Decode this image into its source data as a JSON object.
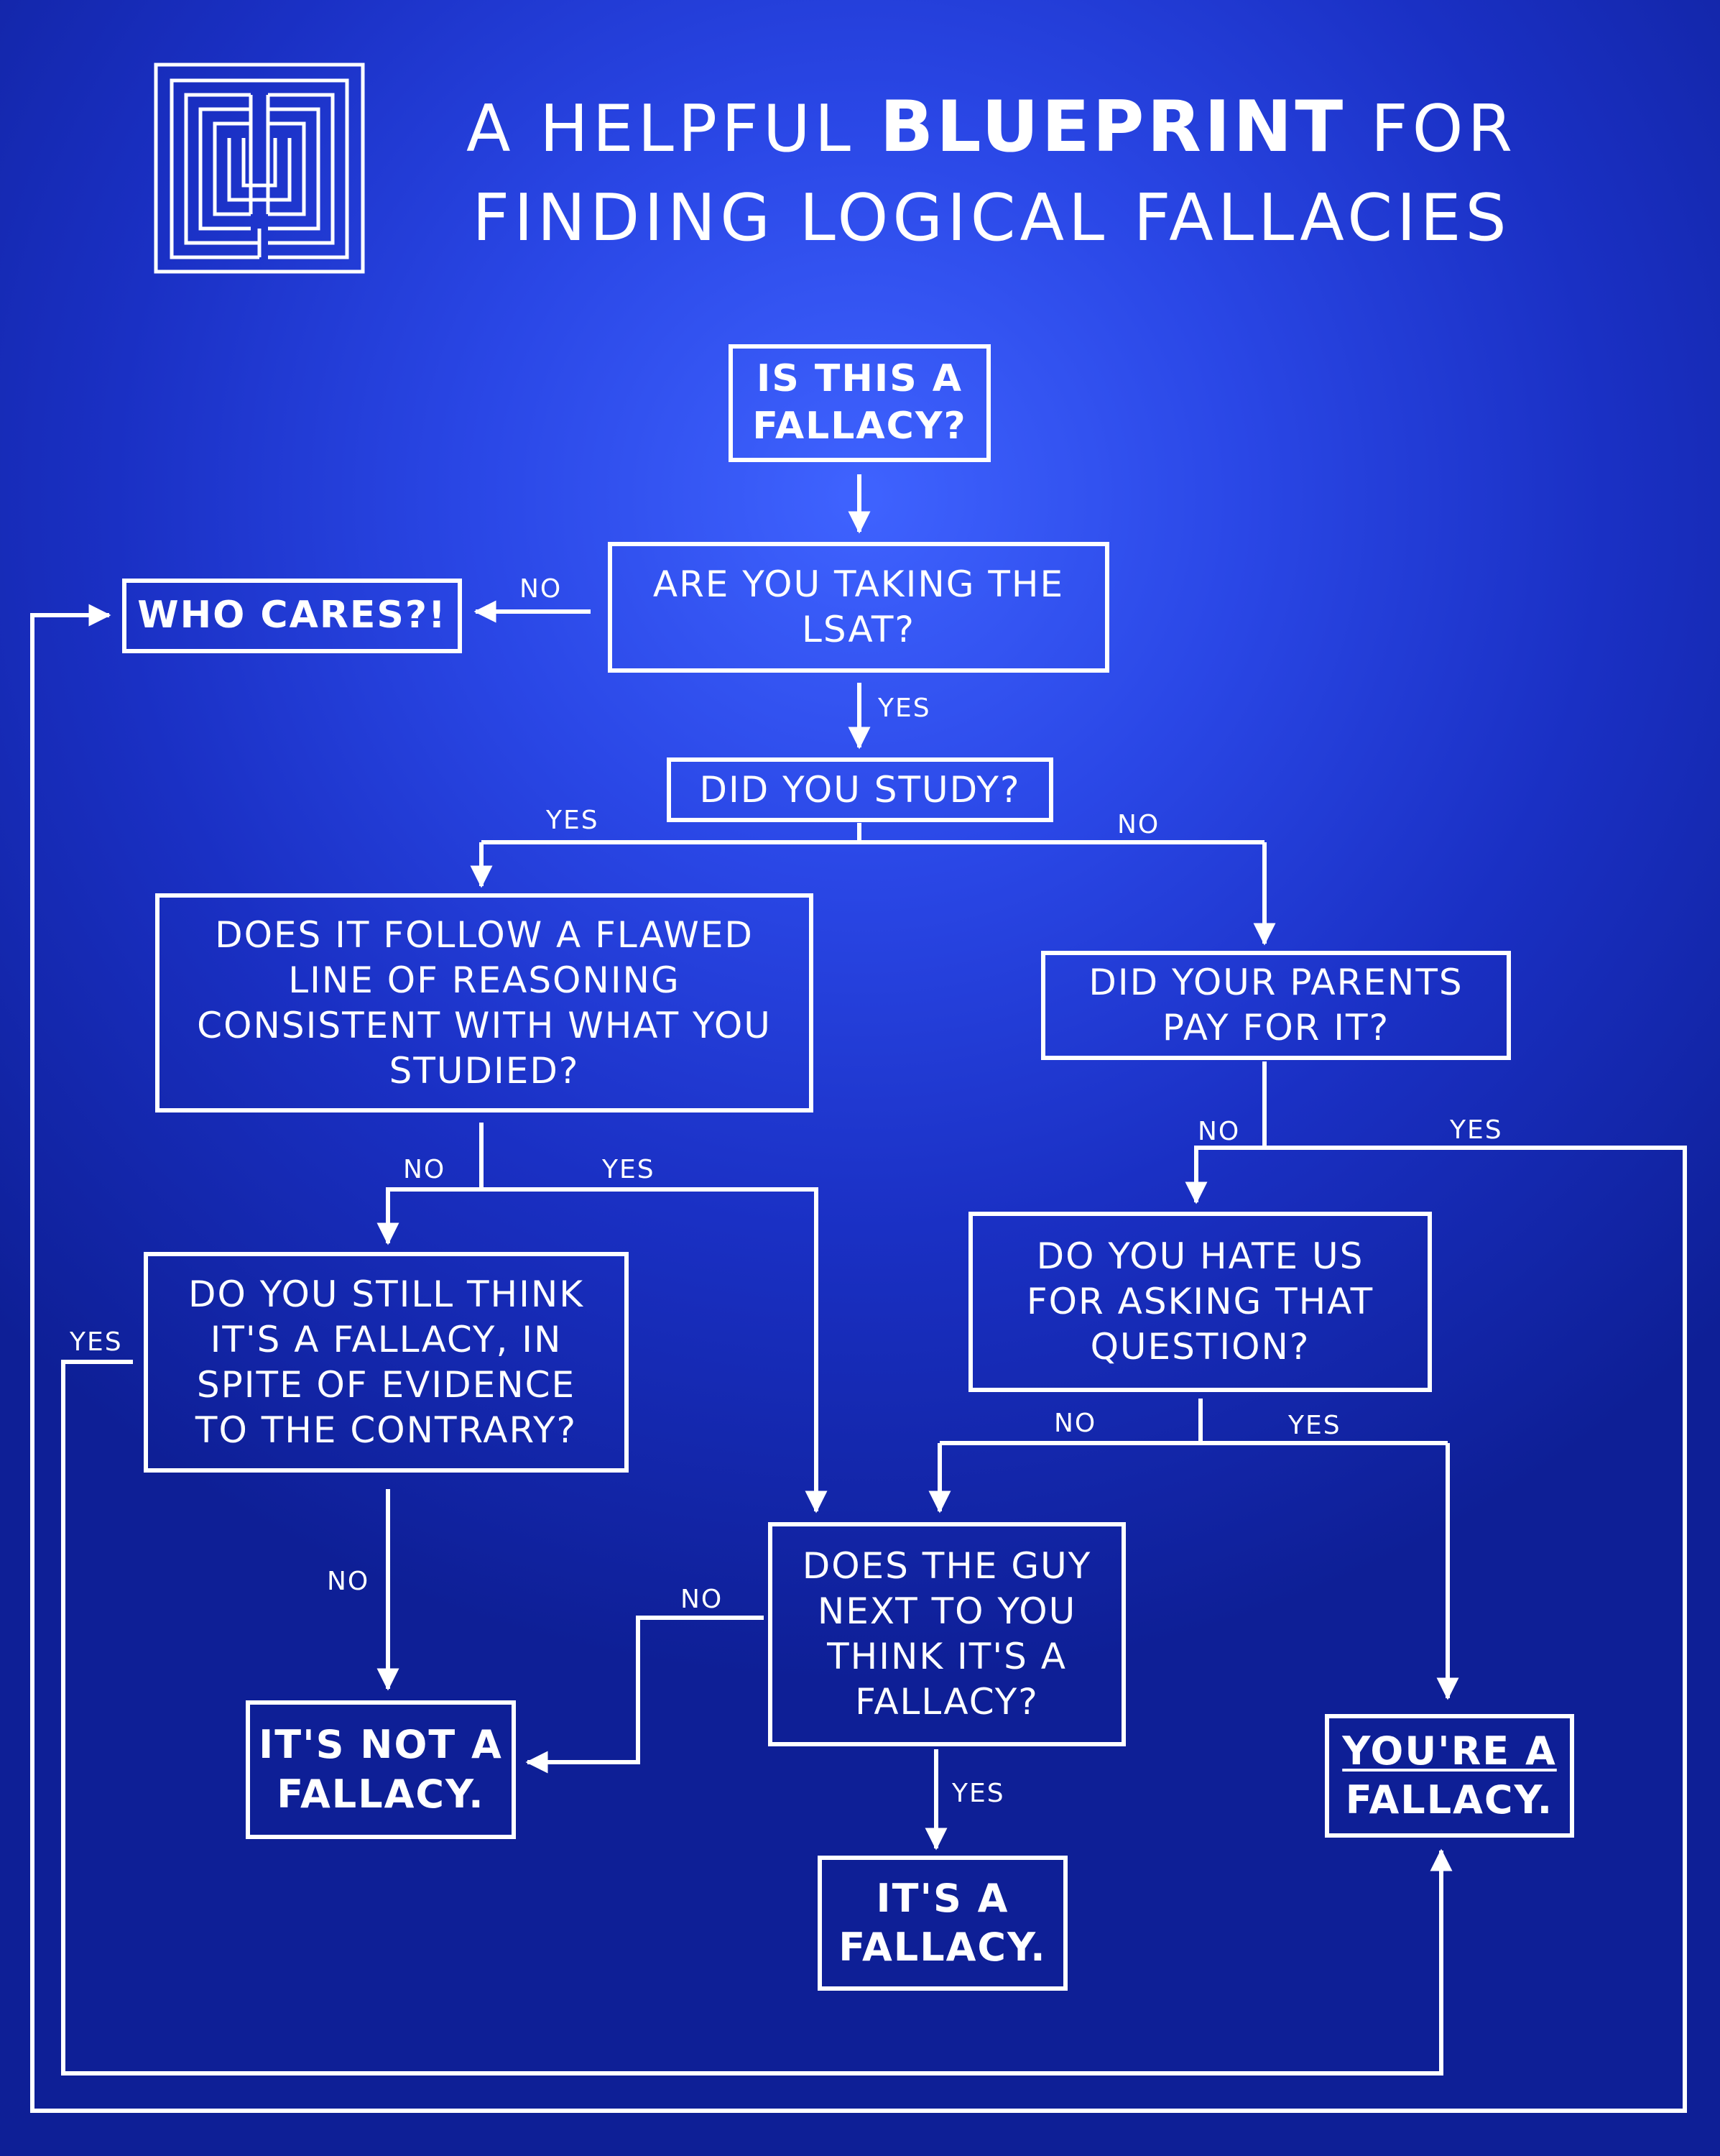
{
  "title": {
    "line1_before": "A HELPFUL",
    "line1_emphasis": "BLUEPRINT",
    "line1_after": "FOR",
    "line2": "FINDING LOGICAL FALLACIES"
  },
  "colors": {
    "background_center": "#3f63ff",
    "background_edge": "#0e1f96",
    "line": "#ffffff"
  },
  "icons": {
    "logo": "labyrinth-icon"
  },
  "nodes": {
    "start": {
      "lines": [
        "IS THIS A",
        "FALLACY?"
      ]
    },
    "lsat": {
      "lines": [
        "ARE YOU TAKING THE",
        "LSAT?"
      ]
    },
    "who_cares": {
      "lines": [
        "WHO CARES?!"
      ]
    },
    "study": {
      "lines": [
        "DID YOU STUDY?"
      ]
    },
    "follow": {
      "lines": [
        "DOES IT FOLLOW A FLAWED",
        "LINE OF REASONING",
        "CONSISTENT WITH WHAT YOU",
        "STUDIED?"
      ]
    },
    "parents": {
      "lines": [
        "DID YOUR PARENTS",
        "PAY FOR IT?"
      ]
    },
    "still_think": {
      "lines": [
        "DO YOU STILL THINK",
        "IT'S A FALLACY, IN",
        "SPITE OF EVIDENCE",
        "TO THE CONTRARY?"
      ]
    },
    "hate": {
      "lines": [
        "DO YOU HATE US",
        "FOR ASKING THAT",
        "QUESTION?"
      ]
    },
    "guy": {
      "lines": [
        "DOES THE GUY",
        "NEXT TO YOU",
        "THINK IT'S A",
        "FALLACY?"
      ]
    },
    "not_fallacy": {
      "lines": [
        "IT'S NOT A",
        "FALLACY."
      ]
    },
    "is_fallacy": {
      "lines": [
        "IT'S A",
        "FALLACY."
      ]
    },
    "you_fallacy": {
      "lines": [
        "YOU'RE A",
        "FALLACY."
      ]
    }
  },
  "edges": {
    "lsat_no": "NO",
    "lsat_yes": "YES",
    "study_yes": "YES",
    "study_no": "NO",
    "follow_no": "NO",
    "follow_yes": "YES",
    "parents_no": "NO",
    "parents_yes": "YES",
    "still_yes": "YES",
    "still_no": "NO",
    "hate_no": "NO",
    "hate_yes": "YES",
    "guy_no": "NO",
    "guy_yes": "YES"
  }
}
